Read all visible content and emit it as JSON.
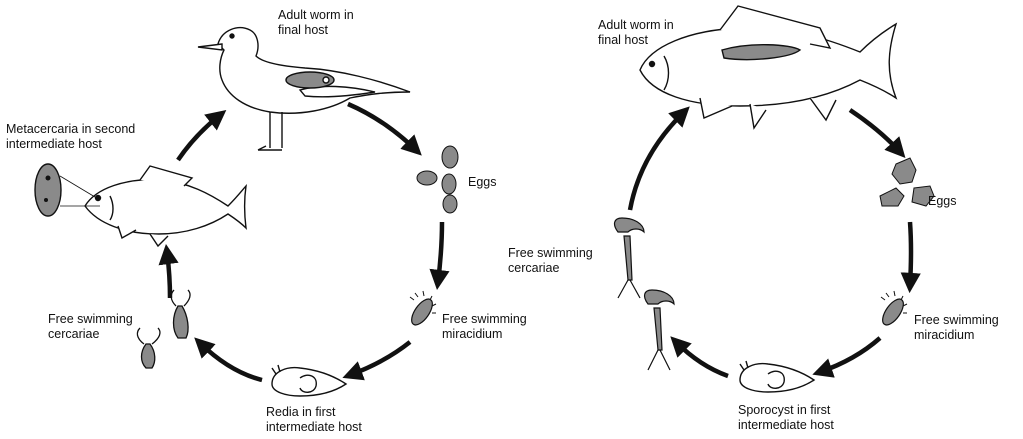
{
  "left_cycle": {
    "adult": [
      "Adult worm in",
      "final host"
    ],
    "eggs": "Eggs",
    "miracidium": [
      "Free swimming",
      "miracidium"
    ],
    "redia": [
      "Redia in first",
      "intermediate host"
    ],
    "cercariae": [
      "Free swimming",
      "cercariae"
    ],
    "metacercaria": [
      "Metacercaria in second",
      "intermediate host"
    ]
  },
  "right_cycle": {
    "adult": [
      "Adult worm in",
      "final host"
    ],
    "eggs": "Eggs",
    "miracidium": [
      "Free swimming",
      "miracidium"
    ],
    "sporocyst": [
      "Sporocyst in first",
      "intermediate host"
    ],
    "cercariae": [
      "Free swimming",
      "cercariae"
    ]
  },
  "colors": {
    "ink": "#111111",
    "fill_gray": "#8a8a8a",
    "background": "#ffffff"
  }
}
